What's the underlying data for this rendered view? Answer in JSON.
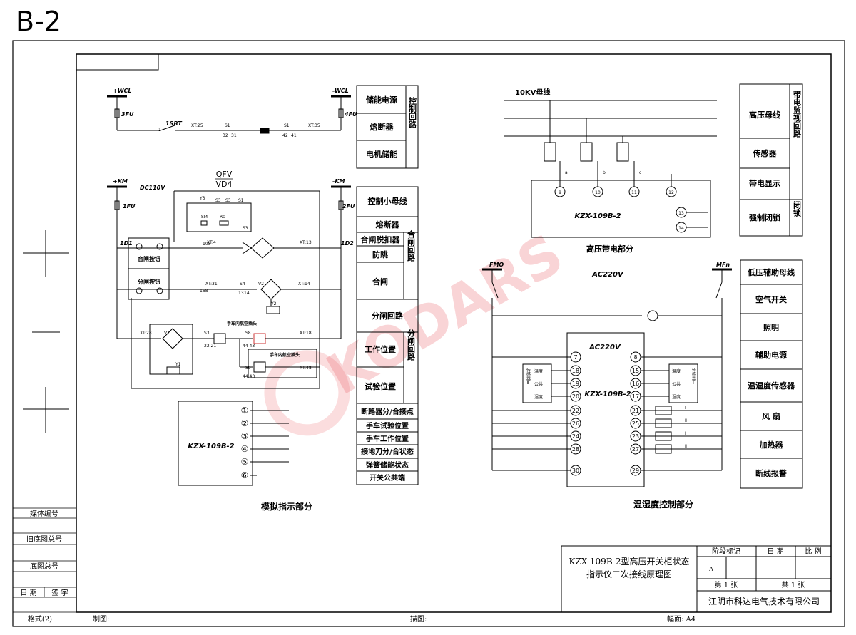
{
  "page_title": "B-2",
  "watermark": "KODARS",
  "left_strip": {
    "media_no": "媒体编号",
    "old_base_total": "旧底图总号",
    "base_total": "底图总号",
    "date": "日 期",
    "sign": "签 字",
    "format": "格式(2)"
  },
  "footer": {
    "drawn": "制图:",
    "traced": "描图:",
    "size": "幅面: A4"
  },
  "title_block": {
    "title_line1": "KZX-109B-2型高压开关柜状态",
    "title_line2": "指示仪二次接线原理图",
    "stage_mark": "阶段标记",
    "date": "日 期",
    "scale": "比 例",
    "stage_value": "A",
    "sheet": "第 1 张",
    "total": "共 1 张",
    "company": "江阴市科达电气技术有限公司"
  },
  "control_circuit": {
    "wcl_pos": "+WCL",
    "wcl_neg": "-WCL",
    "fu3": "3FU",
    "fu4": "4FU",
    "sbt": "1SBT",
    "xt25": "XT:25",
    "xt35": "XT:35",
    "s1a": "S1",
    "s1b": "S1",
    "n32": "32",
    "n31": "31",
    "n42": "42",
    "n41": "41",
    "n1": "1",
    "km_pos": "+KM",
    "km_neg": "-KM",
    "dc": "DC110V",
    "fu1": "1FU",
    "fu2": "2FU",
    "qfv": "QFV",
    "vd4": "VD4",
    "d1": "1D1",
    "d2": "1D2",
    "close_btn": "合闸按钮",
    "open_btn": "分闸按钮",
    "y3": "Y3",
    "s3a": "S3",
    "s3b": "S3",
    "s1c": "S1",
    "sm": "SM",
    "r0": "R0",
    "s3c": "S3",
    "xt4": "XT:4",
    "xt13": "XT:13",
    "xt31": "XT:31",
    "xt14": "XT:14",
    "xt28": "XT:28",
    "xt18": "XT:18",
    "xt48": "XT:48",
    "s4": "S4",
    "v2": "V2",
    "y2": "Y2",
    "v1": "V1",
    "y1": "Y1",
    "s3d": "S3",
    "s8": "S8",
    "s9": "S9",
    "plug1": "手车内航空插头",
    "plug2": "手车内航空插头",
    "n108": "108",
    "n168": "168",
    "n13": "13",
    "n14": "14",
    "n2221": "22 21",
    "n4443": "44 43",
    "n4443b": "44 43"
  },
  "control_legend": {
    "storage_power": "储能电源",
    "fuse": "熔断器",
    "motor_storage": "电机储能",
    "control_circuit": "控制回路",
    "ctrl_bus": "控制小母线",
    "fuse2": "熔断器",
    "close_release": "合闸脱扣器",
    "anti_jump": "防跳",
    "close": "合闸",
    "close_circuit": "合闸回路",
    "open_circuit": "分闸回路",
    "work_pos": "工作位置",
    "test_pos": "试验位置",
    "open_circuit2": "分闸回路",
    "status_items": [
      "断路器分/合接点",
      "手车试验位置",
      "手车工作位置",
      "接地刀分/合状态",
      "弹簧储能状态",
      "开关公共端"
    ]
  },
  "indicator": {
    "device": "KZX-109B-2",
    "terminals": [
      "①",
      "②",
      "③",
      "④",
      "⑤",
      "⑥"
    ],
    "section_title": "模拟指示部分"
  },
  "hv_live": {
    "bus": "10KV母线",
    "device": "KZX-109B-2",
    "terminals": [
      "9",
      "10",
      "11",
      "12",
      "13",
      "14"
    ],
    "phases": [
      "a",
      "b",
      "c"
    ],
    "section_title": "高压带电部分"
  },
  "hv_legend": {
    "hv_bus": "高压母线",
    "sensor": "传感器",
    "live_display": "带电显示",
    "live_monitor": "带电监视回路",
    "forced_lock": "强制闭锁",
    "lock": "闭锁"
  },
  "th_control": {
    "ac": "AC220V",
    "fmo": "FMO",
    "mfn": "MFn",
    "device": "KZX-109B-2",
    "ac_inner": "AC220V",
    "sensor1": [
      "温度",
      "公共",
      "湿度"
    ],
    "sensor2": [
      "温度",
      "公共",
      "湿度"
    ],
    "sensor_label1": "传感器Ⅱ",
    "sensor_label2": "传感器Ⅰ",
    "left_terms": [
      "7",
      "18",
      "19",
      "20",
      "22",
      "26",
      "24",
      "28",
      "30"
    ],
    "right_terms": [
      "8",
      "15",
      "16",
      "17",
      "21",
      "25",
      "23",
      "27",
      "29"
    ],
    "roman": [
      "Ⅰ",
      "Ⅱ",
      "Ⅰ",
      "Ⅱ"
    ],
    "section_title": "温湿度控制部分"
  },
  "th_legend": [
    "低压辅助母线",
    "空气开关",
    "照明",
    "辅助电源",
    "温湿度传感器",
    "风 扇",
    "加热器",
    "断线报警"
  ]
}
